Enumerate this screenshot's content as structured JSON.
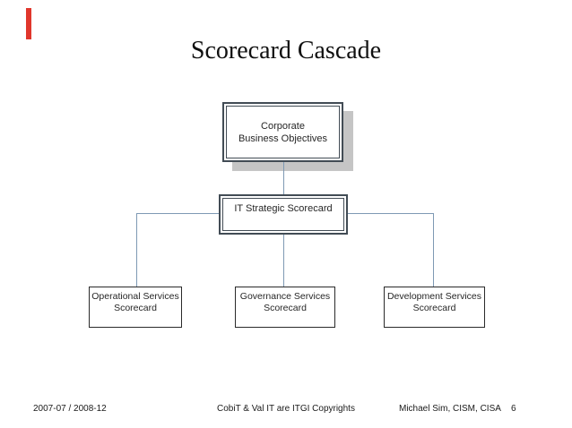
{
  "title": "Scorecard Cascade",
  "diagram": {
    "corporate": {
      "line1": "Corporate",
      "line2": "Business Objectives"
    },
    "it_strategic": {
      "label": "IT Strategic Scorecard"
    },
    "operational": {
      "line1": "Operational Services",
      "line2": "Scorecard"
    },
    "governance": {
      "line1": "Governance Services",
      "line2": "Scorecard"
    },
    "development": {
      "line1": "Development Services",
      "line2": "Scorecard"
    }
  },
  "footer": {
    "date_range": "2007-07 / 2008-12",
    "copyright": "CobiT & Val IT are ITGI Copyrights",
    "author": "Michael Sim, CISM, CISA",
    "page_number": "6"
  },
  "colors": {
    "accent": "#e0362c",
    "connector": "#7e99b4",
    "shadow": "#c5c5c5",
    "boxborder": "#424c55"
  }
}
